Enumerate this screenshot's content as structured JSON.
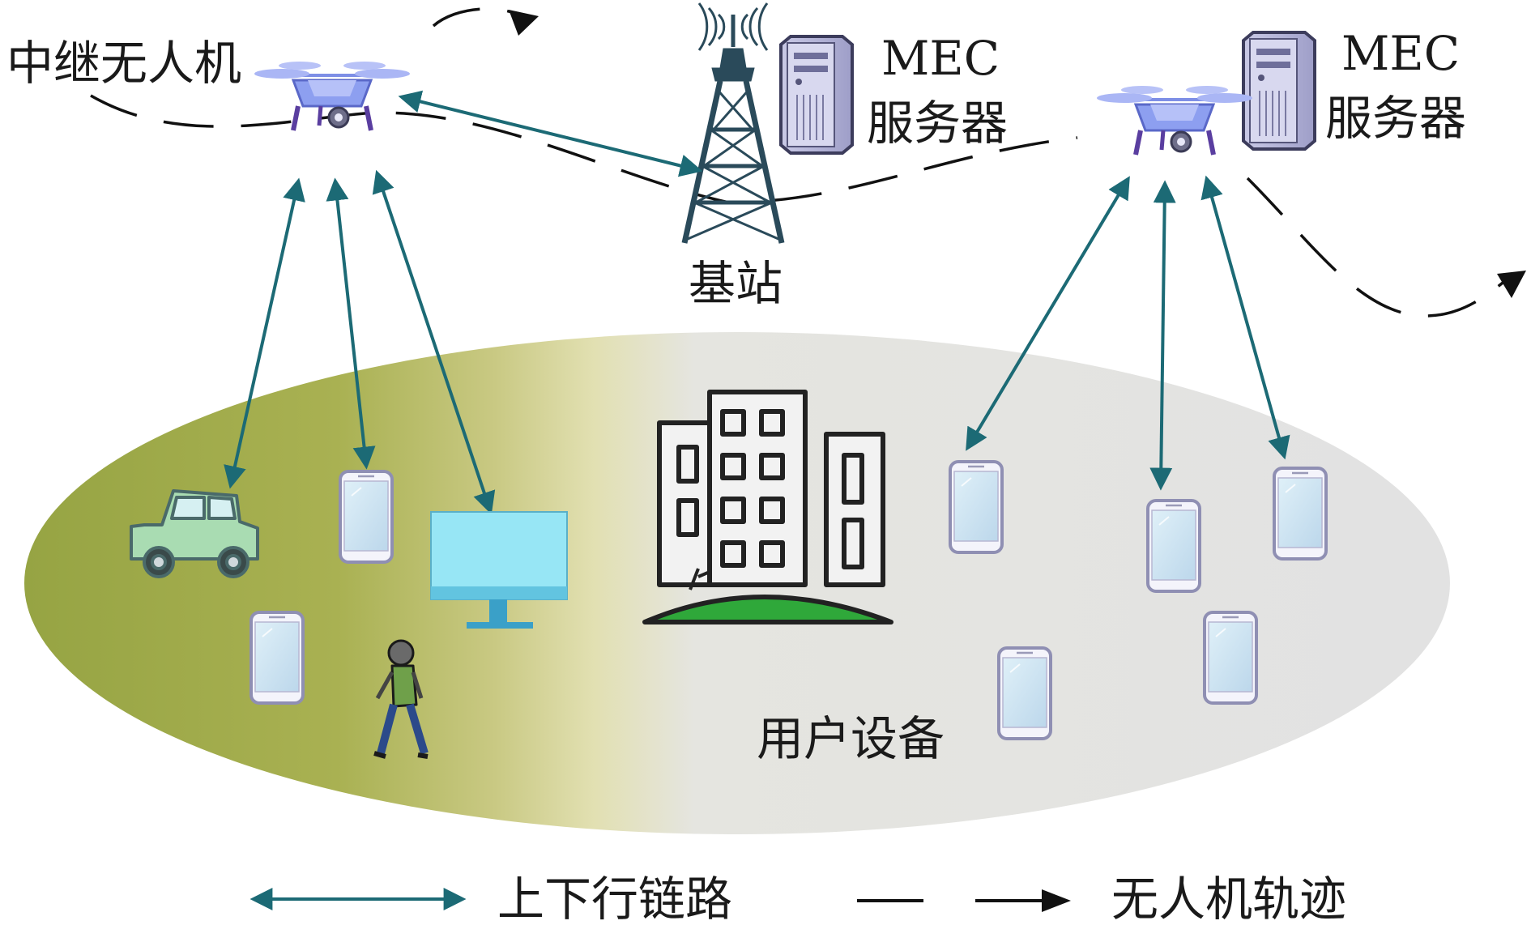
{
  "labels": {
    "relay_uav": "中继无人机",
    "mec_server_1_line1": "MEC",
    "mec_server_1_line2": "服务器",
    "mec_server_2_line1": "MEC",
    "mec_server_2_line2": "服务器",
    "base_station": "基站",
    "user_devices": "用户设备"
  },
  "legend": {
    "link_label": "上下行链路",
    "trajectory_label": "无人机轨迹"
  },
  "colors": {
    "link_arrow": "#1c6a75",
    "trajectory": "#111111",
    "tower": "#2a4a5a",
    "drone_body": "#8fa0f0",
    "phone_screen": "#cfe6f3",
    "monitor_screen": "#97e6f5",
    "car_body": "#a9dcb2",
    "building_grass": "#2fa83a",
    "area_left": "#9aa94a",
    "area_right": "#e3e3e3"
  },
  "icons": [
    "drone-icon",
    "base-station-tower-icon",
    "server-icon",
    "smartphone-icon",
    "car-icon",
    "monitor-icon",
    "pedestrian-icon",
    "building-icon"
  ]
}
